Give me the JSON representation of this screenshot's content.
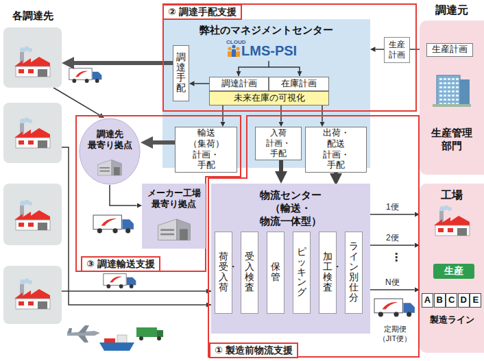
{
  "diagram": {
    "nodes": [
      {
        "text": [
          "各調達先"
        ]
      },
      {
        "text": [
          "② 調達手配支援"
        ]
      },
      {
        "text": [
          "弊社のマネジメントセンター"
        ],
        "in": 1
      },
      {
        "text": [
          "調達手配"
        ],
        "in": 2
      },
      {
        "text": [
          "調達計画"
        ],
        "in": 2
      },
      {
        "text": [
          "在庫計画"
        ],
        "in": 2
      },
      {
        "text": [
          "未来在庫の可視化"
        ],
        "in": 2
      },
      {
        "text": [
          "生産計画"
        ],
        "in": 1
      },
      {
        "text": [
          "③ 調達輸送支援"
        ]
      },
      {
        "text": [
          "調達先 最寄り拠点"
        ],
        "in": 8
      },
      {
        "text": [
          "輸送（集荷） 計画・手配"
        ],
        "in": 8
      },
      {
        "text": [
          "メーカー工場 最寄り拠点"
        ],
        "in": 8
      },
      {
        "text": [
          "① 製造前物流支援"
        ]
      },
      {
        "text": [
          "入荷 計画・手配"
        ],
        "in": 12
      },
      {
        "text": [
          "出荷・配送 計画・手配"
        ],
        "in": 12
      },
      {
        "text": [
          "物流センター （輸送・物流一体型）"
        ],
        "in": 12
      },
      {
        "text": [
          "荷受・入荷"
        ],
        "in": 15
      },
      {
        "text": [
          "受入検査"
        ],
        "in": 15
      },
      {
        "text": [
          "保管"
        ],
        "in": 15
      },
      {
        "text": [
          "ピッキング"
        ],
        "in": 15
      },
      {
        "text": [
          "加工・検査"
        ],
        "in": 15
      },
      {
        "text": [
          "ライン別仕分"
        ],
        "in": 15
      },
      {
        "text": [
          "調達元",
          "生産管理 部門"
        ]
      },
      {
        "text": [
          "生産計画"
        ],
        "in": 22
      },
      {
        "text": [
          "工場",
          "製造ライン"
        ]
      },
      {
        "text": [
          "生産"
        ],
        "in": 24
      },
      {
        "text": [
          "A"
        ],
        "in": 24
      },
      {
        "text": [
          "B"
        ],
        "in": 24
      },
      {
        "text": [
          "C"
        ],
        "in": 24
      },
      {
        "text": [
          "D"
        ],
        "in": 24
      },
      {
        "text": [
          "E"
        ],
        "in": 24
      }
    ],
    "edges": [
      {
        "from": 3,
        "to": 0,
        "arrow": "to"
      },
      {
        "from": 4,
        "to": 3,
        "arrow": "to"
      },
      {
        "from": 23,
        "to": 7,
        "arrow": "none"
      },
      {
        "from": 7,
        "to": 2,
        "arrow": "to"
      },
      {
        "from": 6,
        "to": 10,
        "arrow": "to"
      },
      {
        "from": 6,
        "to": 13,
        "arrow": "to"
      },
      {
        "from": 6,
        "to": 14,
        "arrow": "to"
      },
      {
        "from": 10,
        "to": 9,
        "arrow": "to"
      },
      {
        "from": 13,
        "to": 15,
        "arrow": "to"
      },
      {
        "from": 14,
        "to": 15,
        "arrow": "to"
      },
      {
        "from": 0,
        "to": 9,
        "arrow": "to"
      },
      {
        "from": 9,
        "to": 11,
        "arrow": "to"
      },
      {
        "from": 16,
        "to": 17,
        "arrow": "to"
      },
      {
        "from": 17,
        "to": 18,
        "arrow": "to"
      },
      {
        "from": 18,
        "to": 19,
        "arrow": "to"
      },
      {
        "from": 19,
        "to": 20,
        "arrow": "to"
      },
      {
        "from": 20,
        "to": 21,
        "arrow": "to"
      },
      {
        "from": 15,
        "to": 24,
        "label": "1便",
        "arrow": "to"
      },
      {
        "from": 15,
        "to": 24,
        "label": "2便",
        "arrow": "to"
      },
      {
        "from": 15,
        "to": 24,
        "label": "N便",
        "arrow": "to"
      }
    ],
    "labels": [
      "CLOUD",
      "LMS-PSI",
      "⋮",
      "定期便（JIT便）"
    ]
  }
}
